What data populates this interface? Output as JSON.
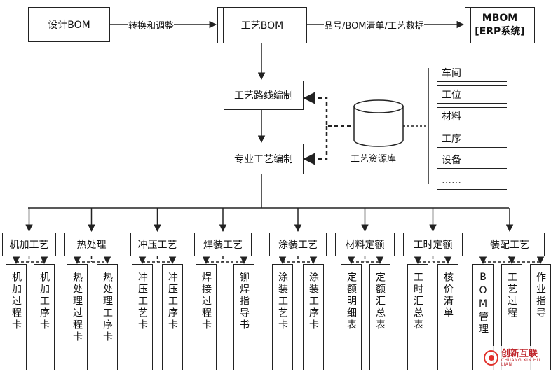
{
  "top_row": {
    "design_bom": "设计BOM",
    "process_bom": "工艺BOM",
    "mbom_line1": "MBOM",
    "mbom_line2": "[ERP系统]",
    "arrow1_label": "转换和调整",
    "arrow2_label": "品号/BOM清单/工艺数据"
  },
  "middle": {
    "route_planning": "工艺路线编制",
    "special_process": "专业工艺编制",
    "resource_db": "工艺资源库"
  },
  "resources": [
    "车间",
    "工位",
    "材料",
    "工序",
    "设备",
    "……"
  ],
  "categories": [
    {
      "label": "机加工艺",
      "docs": [
        "机加过程卡",
        "机加工序卡"
      ]
    },
    {
      "label": "热处理",
      "docs": [
        "热处理过程卡",
        "热处理工序卡"
      ]
    },
    {
      "label": "冲压工艺",
      "docs": [
        "冲压工艺卡",
        "冲压工序卡"
      ]
    },
    {
      "label": "焊装工艺",
      "docs": [
        "焊接过程卡",
        "铆焊指导书"
      ]
    },
    {
      "label": "涂装工艺",
      "docs": [
        "涂装工艺卡",
        "涂装工序卡"
      ]
    },
    {
      "label": "材料定额",
      "docs": [
        "定额明细表",
        "定额汇总表"
      ]
    },
    {
      "label": "工时定额",
      "docs": [
        "工时汇总表",
        "核价清单"
      ]
    },
    {
      "label": "装配工艺",
      "docs": [
        "BOM管理",
        "工艺过程",
        "作业指导"
      ]
    }
  ],
  "watermark": {
    "text_cn": "创新互联",
    "text_en": "CHUANG XIN HU LIAN",
    "color": "#c0272d"
  }
}
